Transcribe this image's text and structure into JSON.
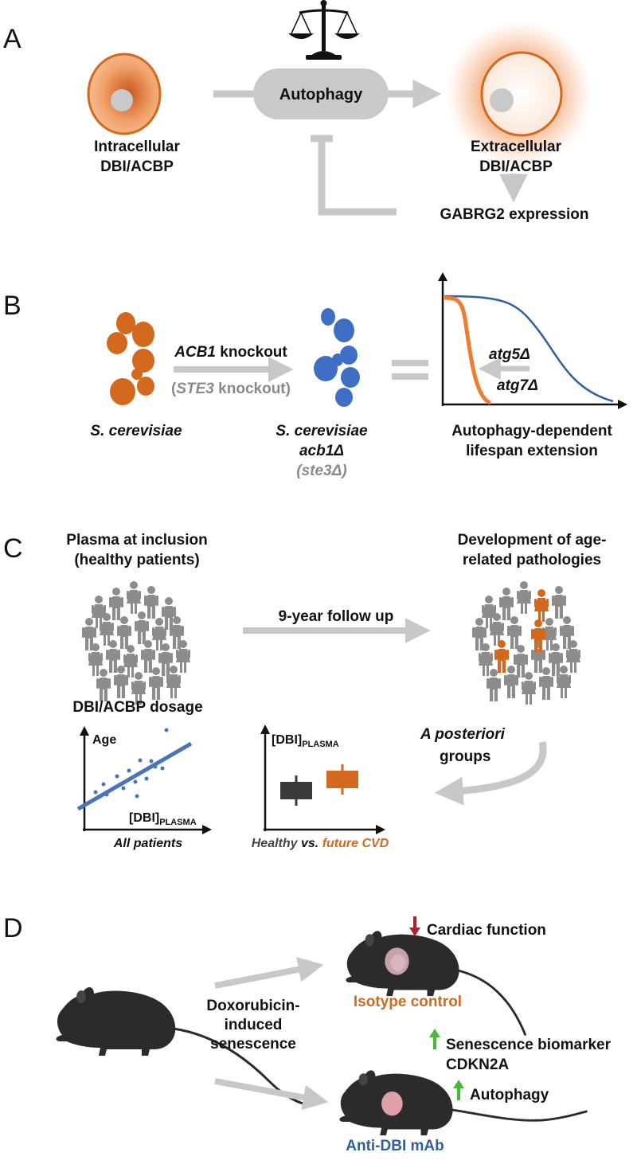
{
  "panels": {
    "a": {
      "letter": "A",
      "center_node": "Autophagy",
      "left_label": [
        "Intracellular",
        "DBI/ACBP"
      ],
      "right_label": [
        "Extracellular",
        "DBI/ACBP"
      ],
      "output_label": "GABRG2 expression",
      "icon": "balance-scale-icon"
    },
    "b": {
      "letter": "B",
      "organism_label": "S. cerevisiae",
      "arrow_label_main_1": "ACB1",
      "arrow_label_main_2": " knockout",
      "arrow_label_alt_1": "(",
      "arrow_label_alt_2": "STE3",
      "arrow_label_alt_3": " knockout)",
      "mutant_label_1": "S. cerevisiae",
      "mutant_label_2": "acb1Δ",
      "mutant_label_3": "(ste3Δ)",
      "curve_label_1": "atg5Δ",
      "curve_label_2": "atg7Δ",
      "outcome_label": [
        "Autophagy-dependent",
        "lifespan extension"
      ]
    },
    "c": {
      "letter": "C",
      "left_title": [
        "Plasma at inclusion",
        "(healthy patients)"
      ],
      "right_title": [
        "Development of age-",
        "related pathologies"
      ],
      "arrow_label": "9-year follow up",
      "dosage_label": "DBI/ACBP dosage",
      "scatter_y_label": "Age",
      "scatter_x_label": "[DBI]",
      "scatter_x_sub": "PLASMA",
      "scatter_caption": "All patients",
      "box_y_label": "[DBI]",
      "box_y_sub": "PLASMA",
      "box_caption_1": "Healthy ",
      "box_caption_2": "vs. ",
      "box_caption_3": "future CVD",
      "posteriori_label_1": "A posteriori",
      "posteriori_label_2": "groups"
    },
    "d": {
      "letter": "D",
      "treatment_label": [
        "Doxorubicin-",
        "induced",
        "senescence"
      ],
      "top_effect": "Cardiac function",
      "top_group": "Isotype control",
      "bottom_effect_1": [
        "Senescence biomarker",
        "CDKN2A"
      ],
      "bottom_effect_2": "Autophagy",
      "bottom_group": "Anti-DBI mAb"
    }
  },
  "colors": {
    "orange": "#d2691e",
    "blue": "#3f6fc4",
    "gray_arrow": "#c8c8c8",
    "node_gray": "#c9c9c9",
    "people_gray": "#8c8c8c",
    "mouse": "#2b2b2b",
    "down_arrow": "#b0222b",
    "up_arrow": "#46b83a"
  }
}
